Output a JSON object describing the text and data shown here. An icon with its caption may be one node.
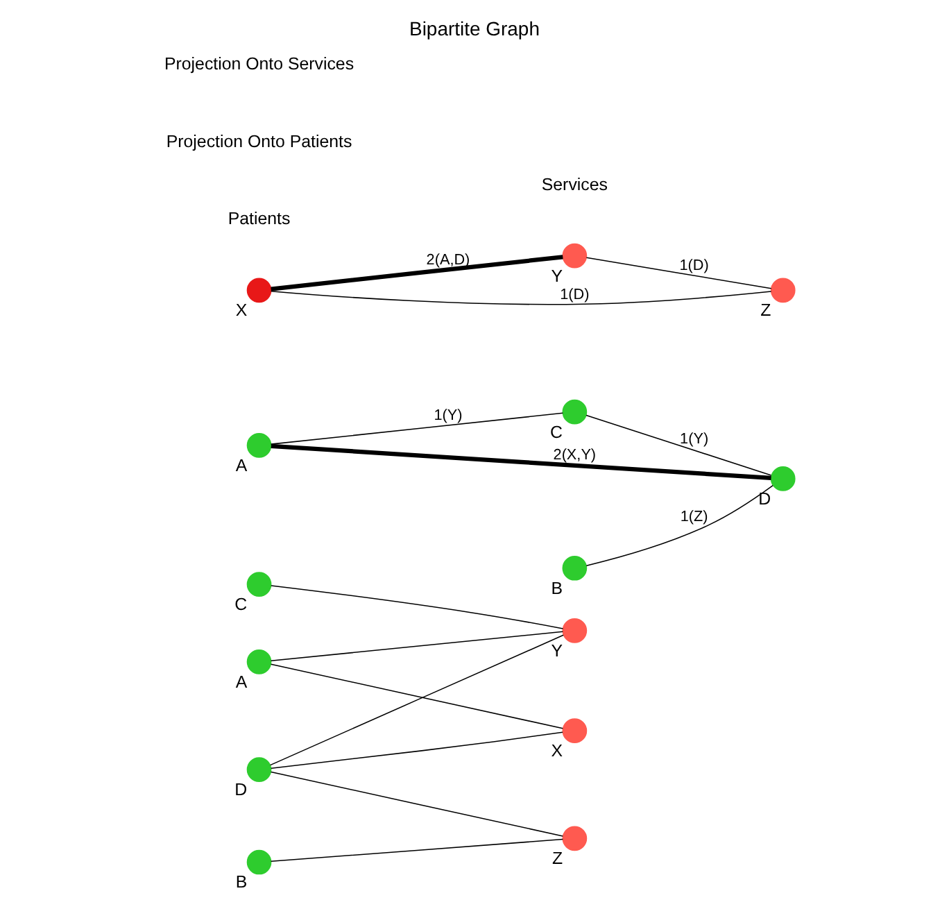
{
  "diagram": {
    "title": "Bipartite Graph",
    "nodes": [
      {
        "text": [],
        "shape": "circle",
        "beside": [
          "A"
        ]
      },
      {
        "text": [],
        "shape": "circle",
        "beside": [
          "B"
        ]
      },
      {
        "text": [],
        "shape": "circle",
        "beside": [
          "C"
        ]
      },
      {
        "text": [],
        "shape": "circle",
        "beside": [
          "D"
        ]
      },
      {
        "text": [],
        "shape": "circle",
        "beside": [
          "X"
        ]
      },
      {
        "text": [],
        "shape": "circle",
        "beside": [
          "Y"
        ]
      },
      {
        "text": [],
        "shape": "circle",
        "beside": [
          "Z"
        ]
      },
      {
        "text": [],
        "shape": "circle",
        "beside": [
          "A"
        ]
      },
      {
        "text": [],
        "shape": "circle",
        "beside": [
          "B"
        ]
      },
      {
        "text": [],
        "shape": "circle",
        "beside": [
          "C"
        ]
      },
      {
        "text": [],
        "shape": "circle",
        "beside": [
          "D"
        ]
      },
      {
        "text": [],
        "shape": "circle",
        "beside": [
          "X"
        ]
      },
      {
        "text": [],
        "shape": "circle",
        "beside": [
          "Y"
        ]
      },
      {
        "text": [],
        "shape": "circle",
        "beside": [
          "Z"
        ]
      }
    ],
    "edges": [
      {
        "from": 0,
        "to": 4,
        "arrow": "none"
      },
      {
        "from": 0,
        "to": 5,
        "arrow": "none"
      },
      {
        "from": 1,
        "to": 6,
        "arrow": "none"
      },
      {
        "from": 2,
        "to": 5,
        "arrow": "none"
      },
      {
        "from": 3,
        "to": 4,
        "arrow": "none"
      },
      {
        "from": 3,
        "to": 5,
        "arrow": "none"
      },
      {
        "from": 3,
        "to": 6,
        "arrow": "none"
      },
      {
        "from": 7,
        "to": 9,
        "arrow": "none",
        "label": "1(Y)"
      },
      {
        "from": 7,
        "to": 10,
        "arrow": "none",
        "label": "2(X,Y)",
        "style": "thick"
      },
      {
        "from": 8,
        "to": 10,
        "arrow": "none",
        "label": "1(Z)"
      },
      {
        "from": 9,
        "to": 10,
        "arrow": "none",
        "label": "1(Y)"
      },
      {
        "from": 11,
        "to": 12,
        "arrow": "none",
        "label": "2(A,D)",
        "style": "thick"
      },
      {
        "from": 11,
        "to": 13,
        "arrow": "none",
        "label": "1(D)"
      },
      {
        "from": 12,
        "to": 13,
        "arrow": "none",
        "label": "1(D)"
      }
    ],
    "labels": [
      "Patients",
      "Services",
      "Projection Onto Patients",
      "Projection Onto Services"
    ]
  }
}
